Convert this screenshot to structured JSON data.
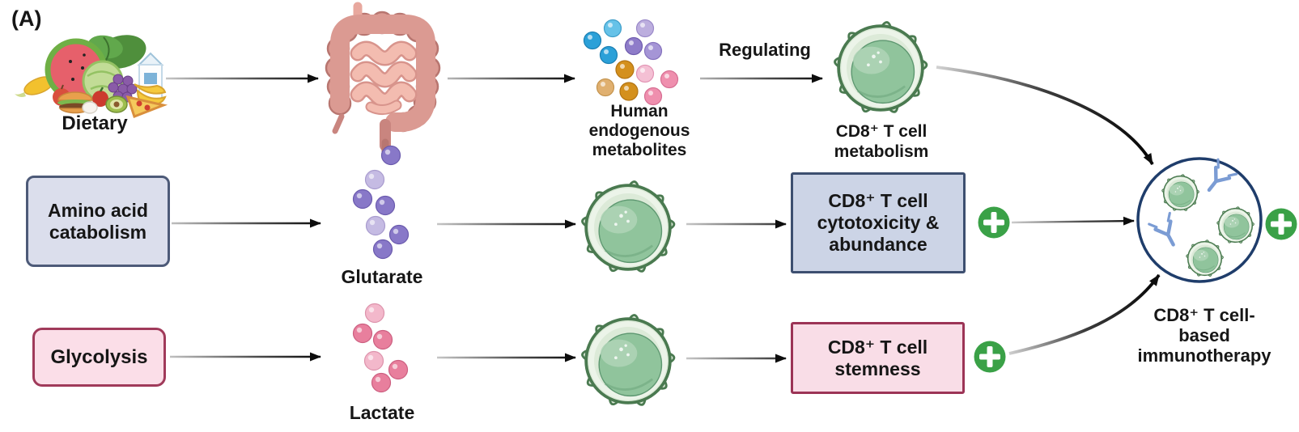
{
  "panel_label": "(A)",
  "top_row": {
    "dietary_label": "Dietary",
    "metabolites_label_lines": [
      "Human",
      "endogenous",
      "metabolites"
    ],
    "regulating_label": "Regulating",
    "tcell_metabolism_lines": [
      "CD8⁺ T cell",
      "metabolism"
    ]
  },
  "middle_row": {
    "amino_acid_box_lines": [
      "Amino acid",
      "catabolism"
    ],
    "glutarate_label": "Glutarate",
    "cytotoxicity_box_lines": [
      "CD8⁺ T cell",
      "cytotoxicity &",
      "abundance"
    ]
  },
  "bottom_row": {
    "glycolysis_label": "Glycolysis",
    "lactate_label": "Lactate",
    "stemness_box_lines": [
      "CD8⁺ T cell",
      "stemness"
    ]
  },
  "right_section": {
    "immunotherapy_label_lines": [
      "CD8⁺ T cell-",
      "based",
      "immunotherapy"
    ]
  },
  "icons": {
    "plus_meaning": "positive effect (enhancement)",
    "plus_count": 3,
    "illustrations": [
      "dietary-foods",
      "intestine",
      "metabolite-dots",
      "cd8-t-cell",
      "antibody",
      "immunotherapy-circle"
    ]
  },
  "palette": {
    "tcell_body": "#dcead8",
    "tcell_membrane": "#4a7a50",
    "tcell_nucleus": "#90c49c",
    "box_blue_fill": "#ccd4e6",
    "box_blue_border": "#3d4f70",
    "box_pink_fill": "#f9dde7",
    "box_pink_border": "#9c3456",
    "plus_green": "#3aa147",
    "circle_border": "#1f3d6b",
    "antibody_blue": "#7b9cd4",
    "intestine_rose": "#db9a92",
    "glutarate_purple": [
      "#8878c8",
      "#c5bbe3"
    ],
    "lactate_pink": [
      "#e87f9d",
      "#f3b8cb"
    ],
    "metabolite_dot_colors": [
      "#2ba0d8",
      "#66c2e8",
      "#8e7cc9",
      "#bcaede",
      "#d4901d",
      "#e0b070",
      "#ef8fae",
      "#f4c0d4"
    ],
    "arrow_dark": "#0d0d0d"
  }
}
